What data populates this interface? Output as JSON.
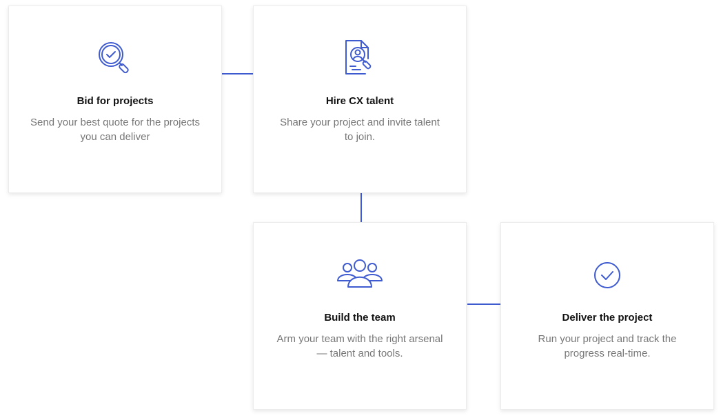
{
  "accent_color": "#3f5bd0",
  "steps": [
    {
      "icon": "search-check-icon",
      "title": "Bid for projects",
      "description": "Send your best quote for the projects you can deliver"
    },
    {
      "icon": "document-search-icon",
      "title": "Hire CX talent",
      "description": "Share your project and invite talent to join."
    },
    {
      "icon": "team-icon",
      "title": "Build the team",
      "description": "Arm your team with the right arsenal — talent and tools."
    },
    {
      "icon": "check-circle-icon",
      "title": "Deliver the project",
      "description": "Run your project and track the progress real-time."
    }
  ]
}
